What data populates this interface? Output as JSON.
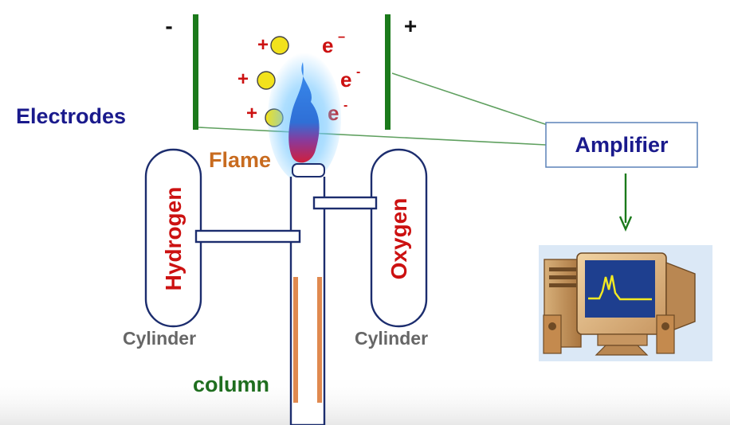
{
  "labels": {
    "minus": "-",
    "plus": "+",
    "electrodes": "Electrodes",
    "flame": "Flame",
    "amplifier": "Amplifier",
    "hydrogen": "Hydrogen",
    "oxygen": "Oxygen",
    "cylinder_left": "Cylinder",
    "cylinder_right": "Cylinder",
    "column": "column"
  },
  "ions": [
    {
      "charge": "+",
      "electron": "e",
      "electron_charge": "−"
    },
    {
      "charge": "+",
      "electron": "e",
      "electron_charge": "-"
    },
    {
      "charge": "+",
      "electron": "e",
      "electron_charge": "-"
    }
  ],
  "colors": {
    "electrode": "#1b7a1b",
    "navy": "#1a1a8c",
    "orange": "#c86b1f",
    "gray": "#666666",
    "green_text": "#1f6e1f",
    "red": "#cc1111",
    "ion_yellow": "#f2e21c",
    "line_green": "#5fa05f",
    "cylinder_outline": "#1c2d6e",
    "column_stripe": "#e0894f",
    "flame_blue": "#2f8fe8",
    "flame_red": "#d01f3c"
  },
  "icons": {
    "computer": "computer-monitor-chromatogram-icon",
    "arrow": "arrow-down-icon"
  }
}
